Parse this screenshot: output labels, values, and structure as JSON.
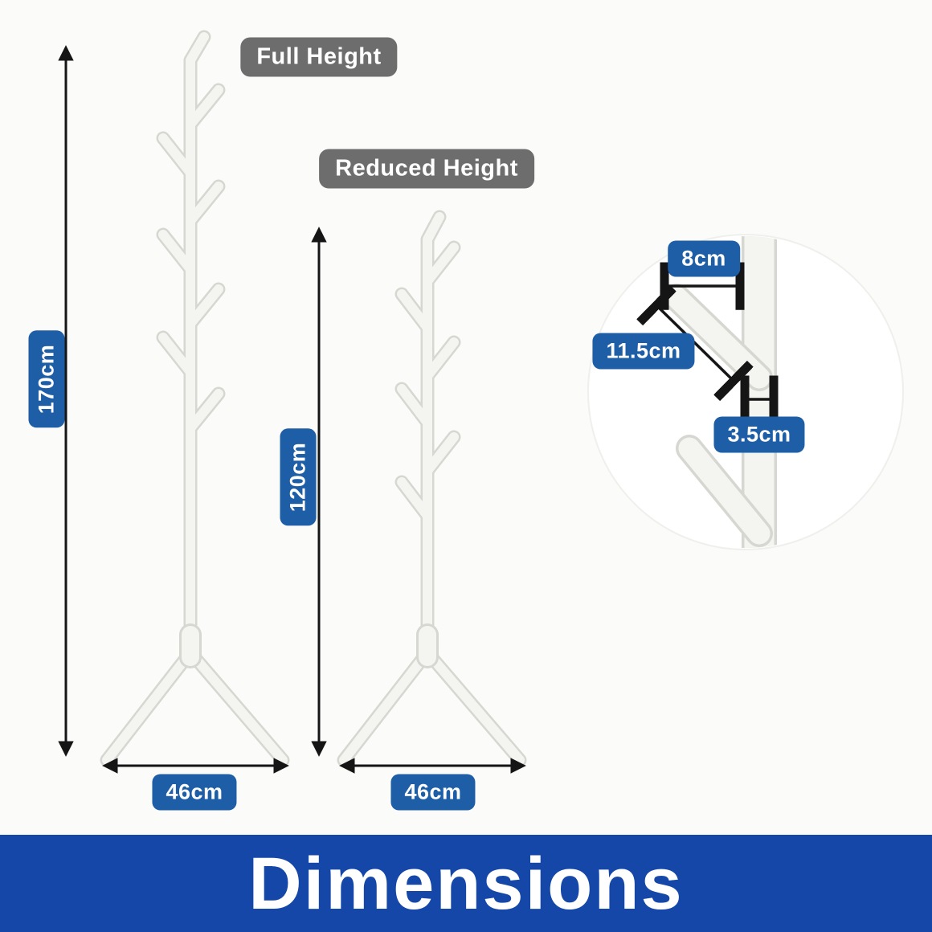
{
  "labels": {
    "full_height": "Full Height",
    "reduced_height": "Reduced Height"
  },
  "measurements": {
    "full_height": "170cm",
    "reduced_height": "120cm",
    "base_width_full": "46cm",
    "base_width_reduced": "46cm",
    "hook_length": "8cm",
    "hook_diagonal_length": "11.5cm",
    "pole_diameter": "3.5cm"
  },
  "banner": {
    "title": "Dimensions"
  },
  "colors": {
    "badge_blue": "#1e5ea7",
    "label_gray": "#6d6d6d",
    "banner_blue": "#1547a9",
    "dimension_line": "#151515",
    "rack_fill": "#f4f4f1",
    "rack_outline": "#d7d7d2"
  }
}
